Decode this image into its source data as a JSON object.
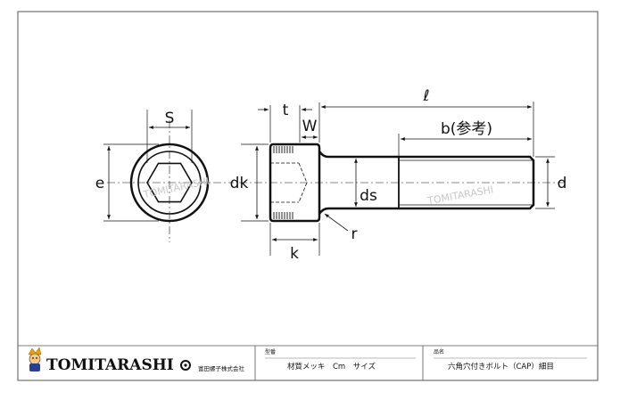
{
  "drawing": {
    "labels": {
      "S": "S",
      "e": "e",
      "t": "t",
      "W": "W",
      "l": "ℓ",
      "b": "b(参考)",
      "dk": "dk",
      "ds": "ds",
      "d": "d",
      "r": "r",
      "k": "k"
    },
    "watermark": "TOMITARASHI"
  },
  "title_block": {
    "model_label": "型番",
    "product_label": "品名",
    "material_text": "材質メッキ　Cm　サイズ",
    "product_name": "六角穴付きボルト（CAP）細目"
  },
  "brand": {
    "name": "TOMITARASHI",
    "company": "富田螺子株式会社"
  },
  "colors": {
    "line": "#111111",
    "watermark": "#c8c8c8"
  }
}
